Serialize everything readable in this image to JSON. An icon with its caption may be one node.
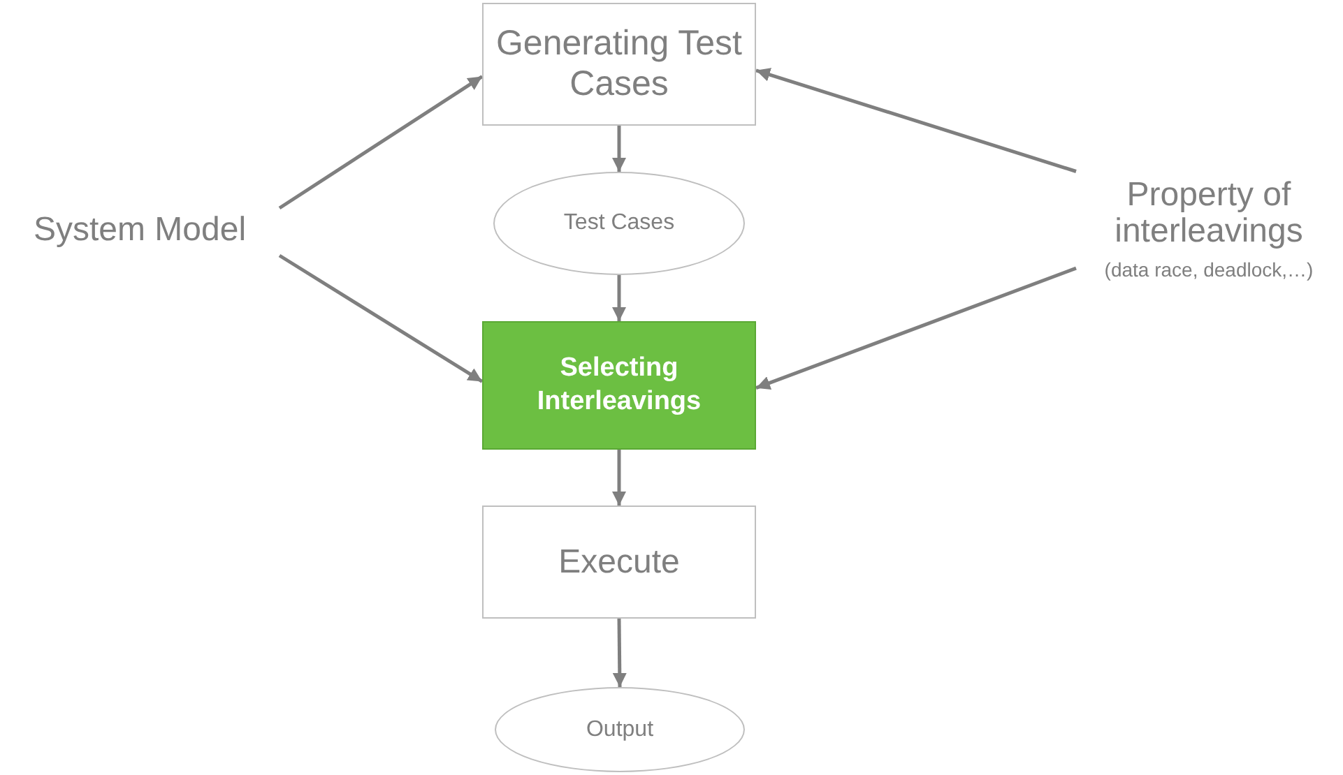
{
  "diagram": {
    "nodes": [
      {
        "text": [
          "System Model"
        ]
      },
      {
        "text": [
          "Generating Test Cases"
        ]
      },
      {
        "text": [
          "Test Cases"
        ]
      },
      {
        "text": [
          "Selecting Interleavings"
        ]
      },
      {
        "text": [
          "Execute"
        ]
      },
      {
        "text": [
          "Output"
        ]
      },
      {
        "text": [
          "Property of interleavings",
          "(data race, deadlock,…)"
        ]
      }
    ],
    "edges": [
      {
        "from": 0,
        "to": 1,
        "arrow": "to"
      },
      {
        "from": 0,
        "to": 3,
        "arrow": "to"
      },
      {
        "from": 6,
        "to": 1,
        "arrow": "to"
      },
      {
        "from": 6,
        "to": 3,
        "arrow": "to"
      },
      {
        "from": 1,
        "to": 2,
        "arrow": "to"
      },
      {
        "from": 2,
        "to": 3,
        "arrow": "to"
      },
      {
        "from": 3,
        "to": 4,
        "arrow": "to"
      },
      {
        "from": 4,
        "to": 5,
        "arrow": "to"
      }
    ]
  }
}
